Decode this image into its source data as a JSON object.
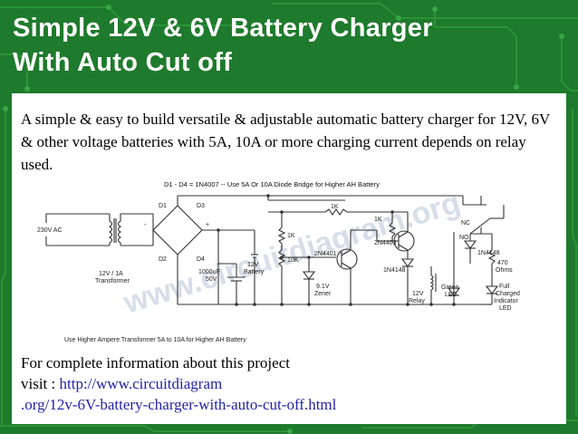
{
  "title": {
    "line1": "Simple 12V & 6V Battery Charger",
    "line2": "With Auto Cut off"
  },
  "intro_text": "A simple & easy to build versatile & adjustable automatic battery charger for 12V, 6V & other voltage batteries with 5A, 10A or more charging current depends on relay used.",
  "diagram": {
    "top_note": "D1 - D4 = 1N4007 -- Use 5A Or 10A Diode Bridge for Higher AH Battery",
    "bottom_note": "Use Higher Ampere Transformer 5A to 10A for Higher AH Battery",
    "watermark": "www.circuitdiagram.org",
    "labels": {
      "ac_input": "230V AC",
      "transformer_1": "12V / 1A",
      "transformer_2": "Transformer",
      "d1": "D1",
      "d2": "D2",
      "d3": "D3",
      "d4": "D4",
      "cap_1": "1000uF",
      "cap_2": "50V",
      "battery_1": "12V",
      "battery_2": "Battery",
      "r_1k_top": "1K",
      "r_1k_right": "1K",
      "r_1k_left": "1K",
      "r_10k": "10K",
      "q_2n4401": "2N4401",
      "q_2n4403": "2N4403",
      "zener_1": "9.1V",
      "zener_2": "Zener",
      "diode_1n4148_mid": "1N4148",
      "diode_1n4148_right": "1N4148",
      "relay_1": "12V",
      "relay_2": "Relay",
      "nc": "NC",
      "no": "NO",
      "r_470_1": "470",
      "r_470_2": "Ohms",
      "green_led_1": "Green",
      "green_led_2": "LED",
      "full_led_1": "Full",
      "full_led_2": "Charged",
      "full_led_3": "Indicator",
      "full_led_4": "LED",
      "plus": "+",
      "minus": "-"
    }
  },
  "footer": {
    "line1": "For complete information about this project",
    "visit_prefix": "visit : ",
    "link_part1": "http://www.circuitdiagram",
    "link_part2": ".org/12v-6V-battery-charger-with-auto-cut-off.html"
  },
  "colors": {
    "background": "#1e7a2c",
    "title_text": "#ffffff",
    "link": "#2222aa"
  }
}
